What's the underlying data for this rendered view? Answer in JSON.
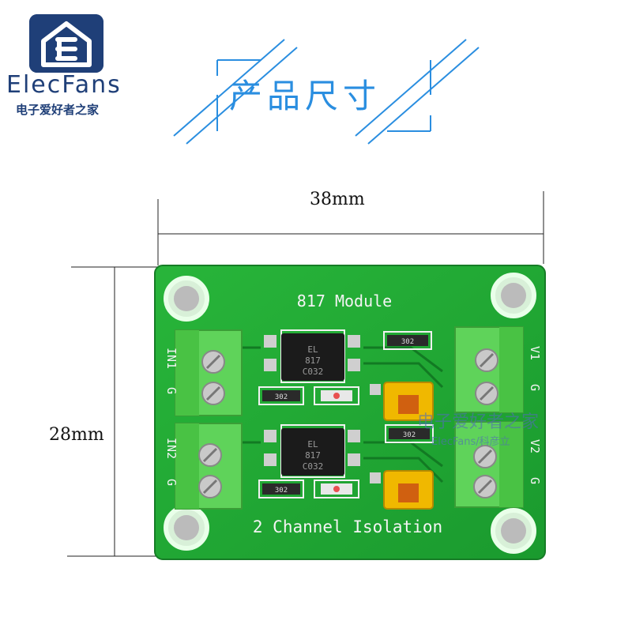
{
  "logo": {
    "name": "ElecFans",
    "subtitle": "电子爱好者之家",
    "icon": "house-e-logo-icon",
    "color": "#1f3f78"
  },
  "section_title": "产品尺寸",
  "dimensions": {
    "width_label": "38mm",
    "height_label": "28mm"
  },
  "board": {
    "title": "817 Module",
    "subtitle": "2 Channel Isolation",
    "pin_labels_left_top": [
      "IN1",
      "G"
    ],
    "pin_labels_left_bottom": [
      "IN2",
      "G"
    ],
    "pin_labels_right_top": [
      "V1",
      "G"
    ],
    "pin_labels_right_bottom": [
      "V2",
      "G"
    ],
    "chip_markings": [
      "EL",
      "817",
      "C032"
    ],
    "resistor_marking": "302",
    "pcb_color": "#1fa832",
    "terminal_color": "#5fd35a",
    "jumper_color": "#f0b800"
  },
  "watermark": {
    "cn": "电子爱好者之家",
    "en": "ElecFans/科彦立"
  },
  "colors": {
    "accent": "#2a8ee0"
  }
}
